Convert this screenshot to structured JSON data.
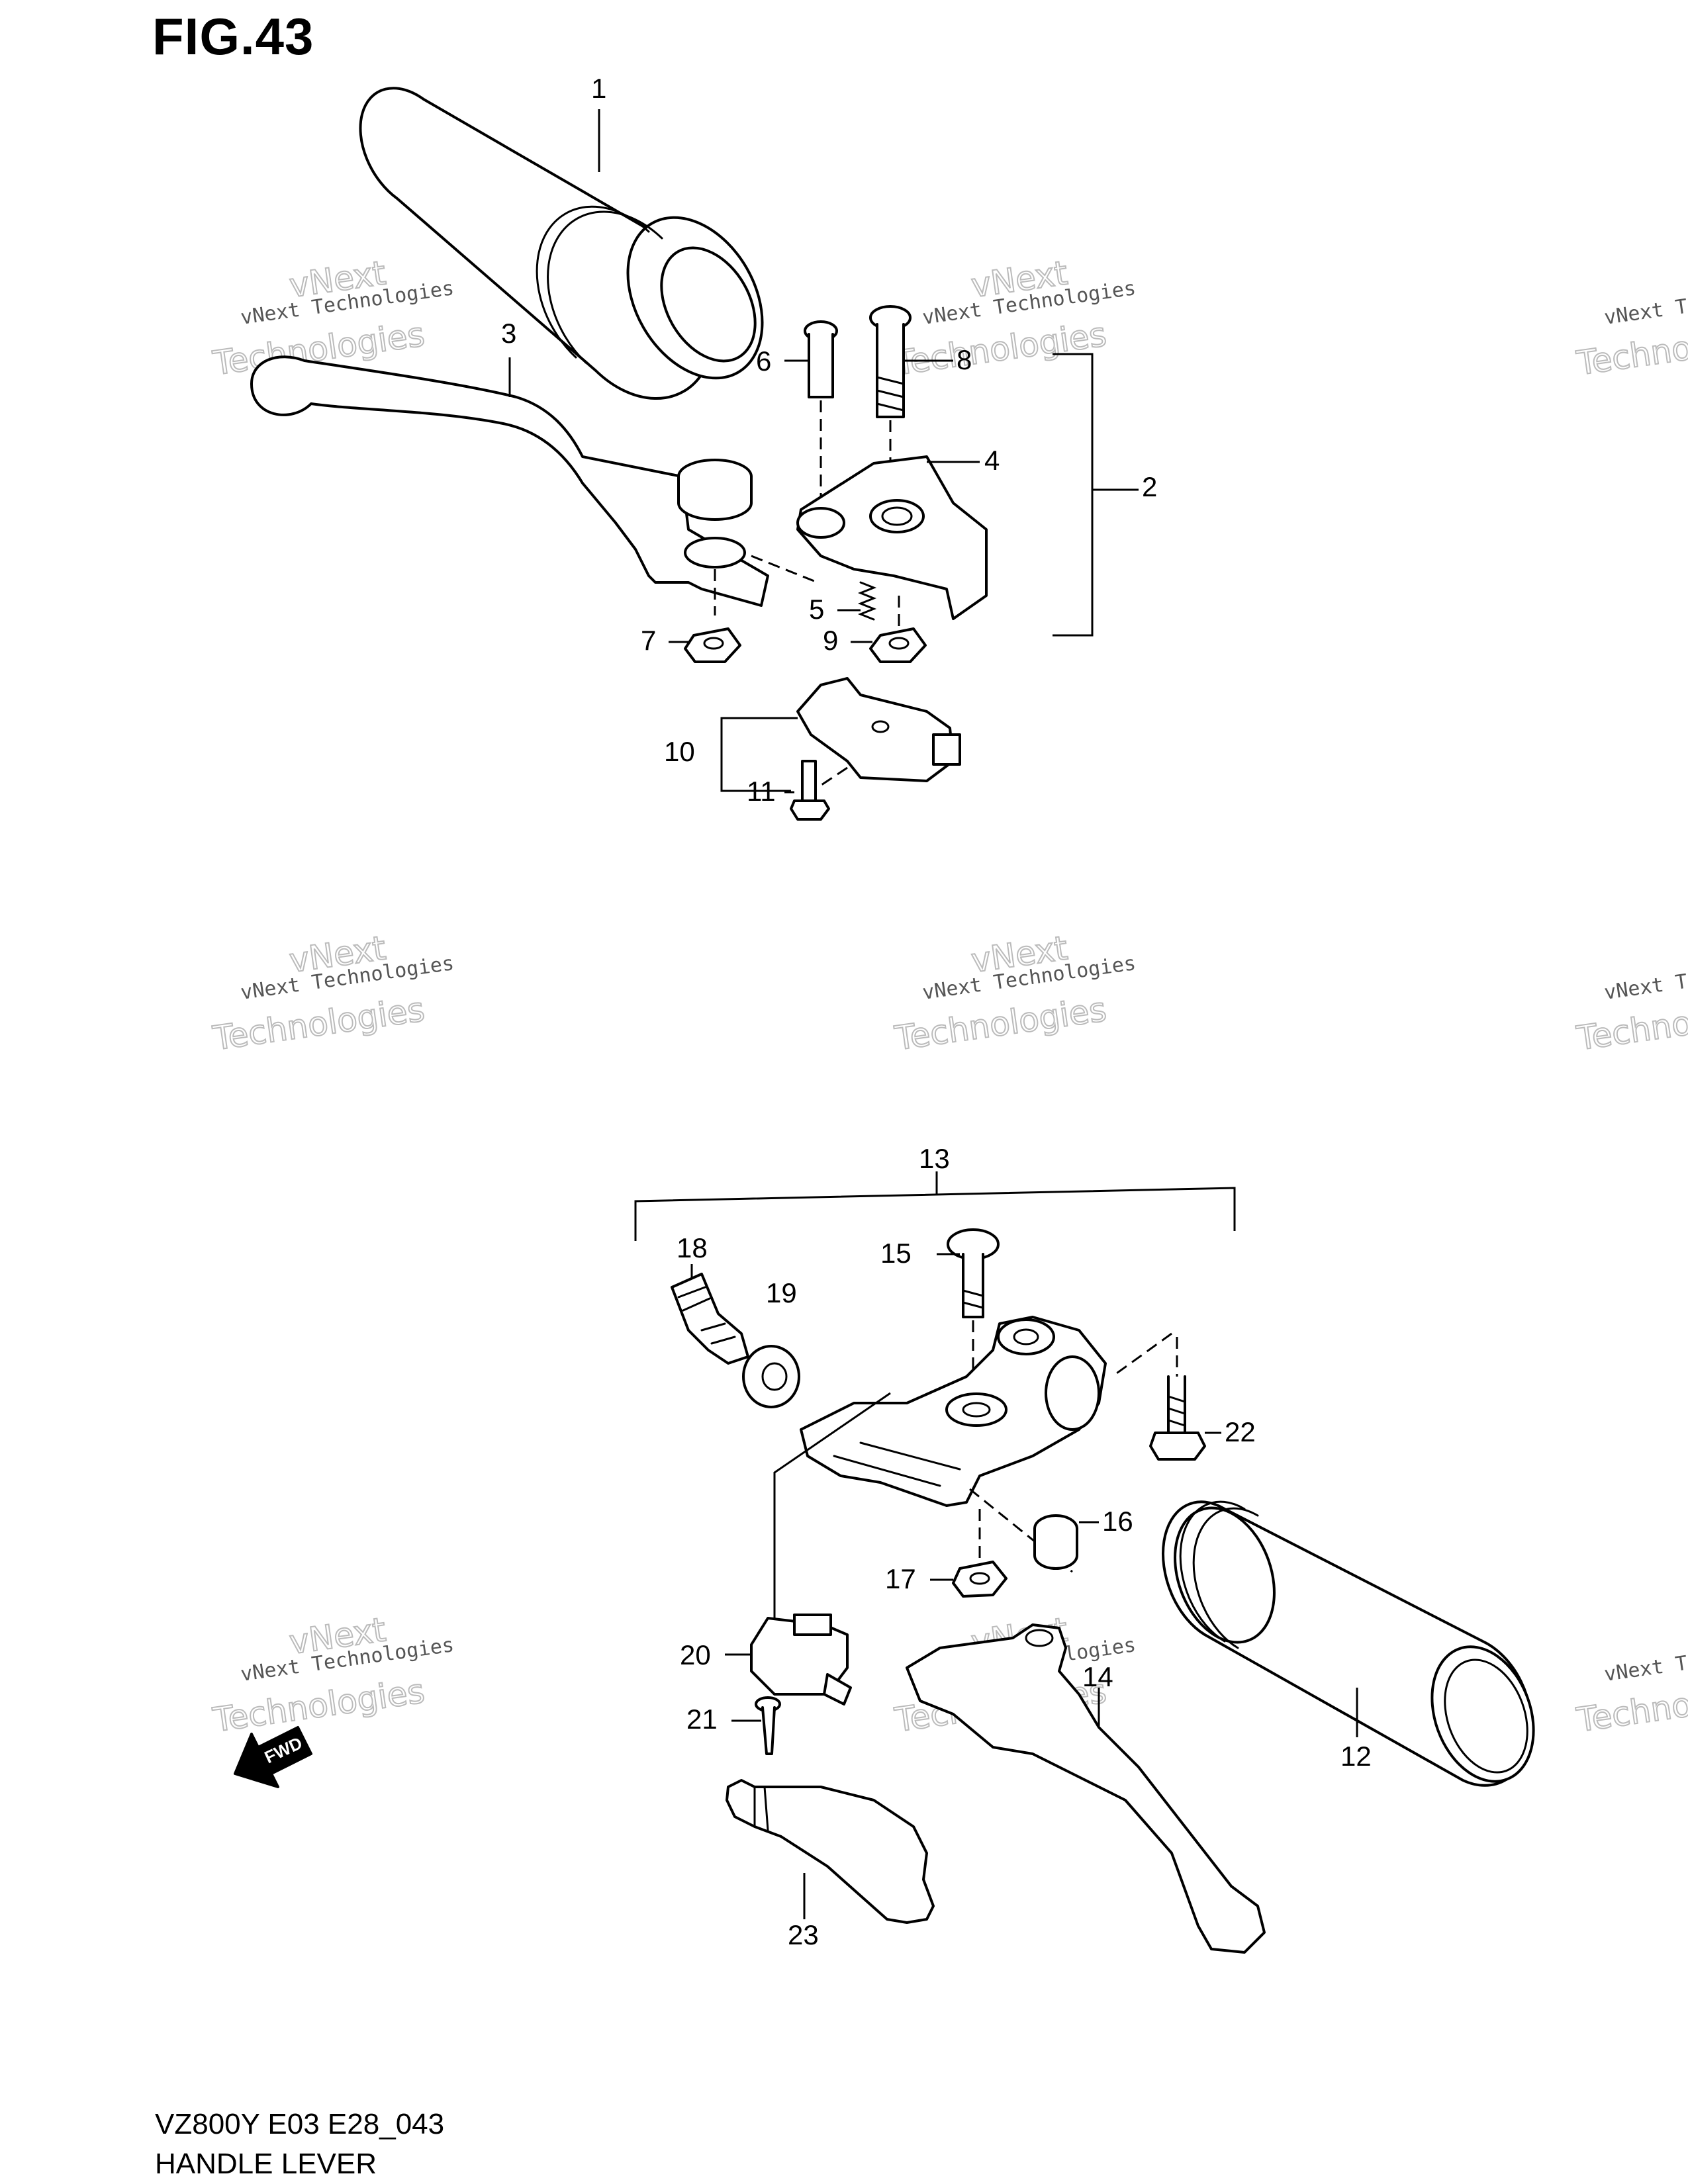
{
  "header": {
    "title": "FIG.43"
  },
  "footer": {
    "code": "VZ800Y E03 E28_043",
    "name": "HANDLE LEVER"
  },
  "watermark": {
    "line1": "vNext Technologies",
    "line2": "vNext",
    "line3": "Technologies"
  },
  "direction_badge": "FWD",
  "callouts": {
    "c1": "1",
    "c2": "2",
    "c3": "3",
    "c4": "4",
    "c5": "5",
    "c6": "6",
    "c7": "7",
    "c8": "8",
    "c9": "9",
    "c10": "10",
    "c11": "11",
    "c12": "12",
    "c13": "13",
    "c14": "14",
    "c15": "15",
    "c16": "16",
    "c17": "17",
    "c18": "18",
    "c19": "19",
    "c20": "20",
    "c21": "21",
    "c22": "22",
    "c23": "23"
  },
  "colors": {
    "ink": "#000000",
    "paper": "#ffffff",
    "watermark": "#bbbbbb"
  }
}
